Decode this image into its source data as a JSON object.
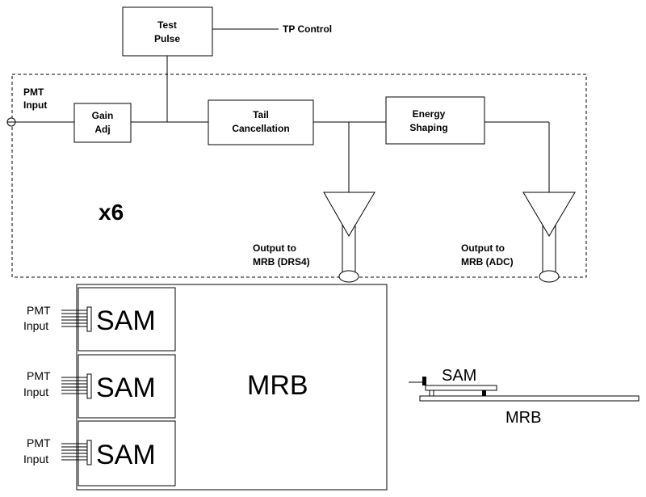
{
  "test_pulse": {
    "line1": "Test",
    "line2": "Pulse"
  },
  "tp_control": "TP Control",
  "pmt_input_top": {
    "line1": "PMT",
    "line2": "Input"
  },
  "gain_adj": {
    "line1": "Gain",
    "line2": "Adj"
  },
  "tail_cancellation": {
    "line1": "Tail",
    "line2": "Cancellation"
  },
  "energy_shaping": {
    "line1": "Energy",
    "line2": "Shaping"
  },
  "multiplier": "x6",
  "output_drs4": {
    "line1": "Output to",
    "line2": "MRB (DRS4)"
  },
  "output_adc": {
    "line1": "Output to",
    "line2": "MRB (ADC)"
  },
  "board_modules": [
    {
      "pmt_line1": "PMT",
      "pmt_line2": "Input",
      "label": "SAM"
    },
    {
      "pmt_line1": "PMT",
      "pmt_line2": "Input",
      "label": "SAM"
    },
    {
      "pmt_line1": "PMT",
      "pmt_line2": "Input",
      "label": "SAM"
    }
  ],
  "mrb_label": "MRB",
  "side_view": {
    "sam_label": "SAM",
    "mrb_label": "MRB"
  }
}
